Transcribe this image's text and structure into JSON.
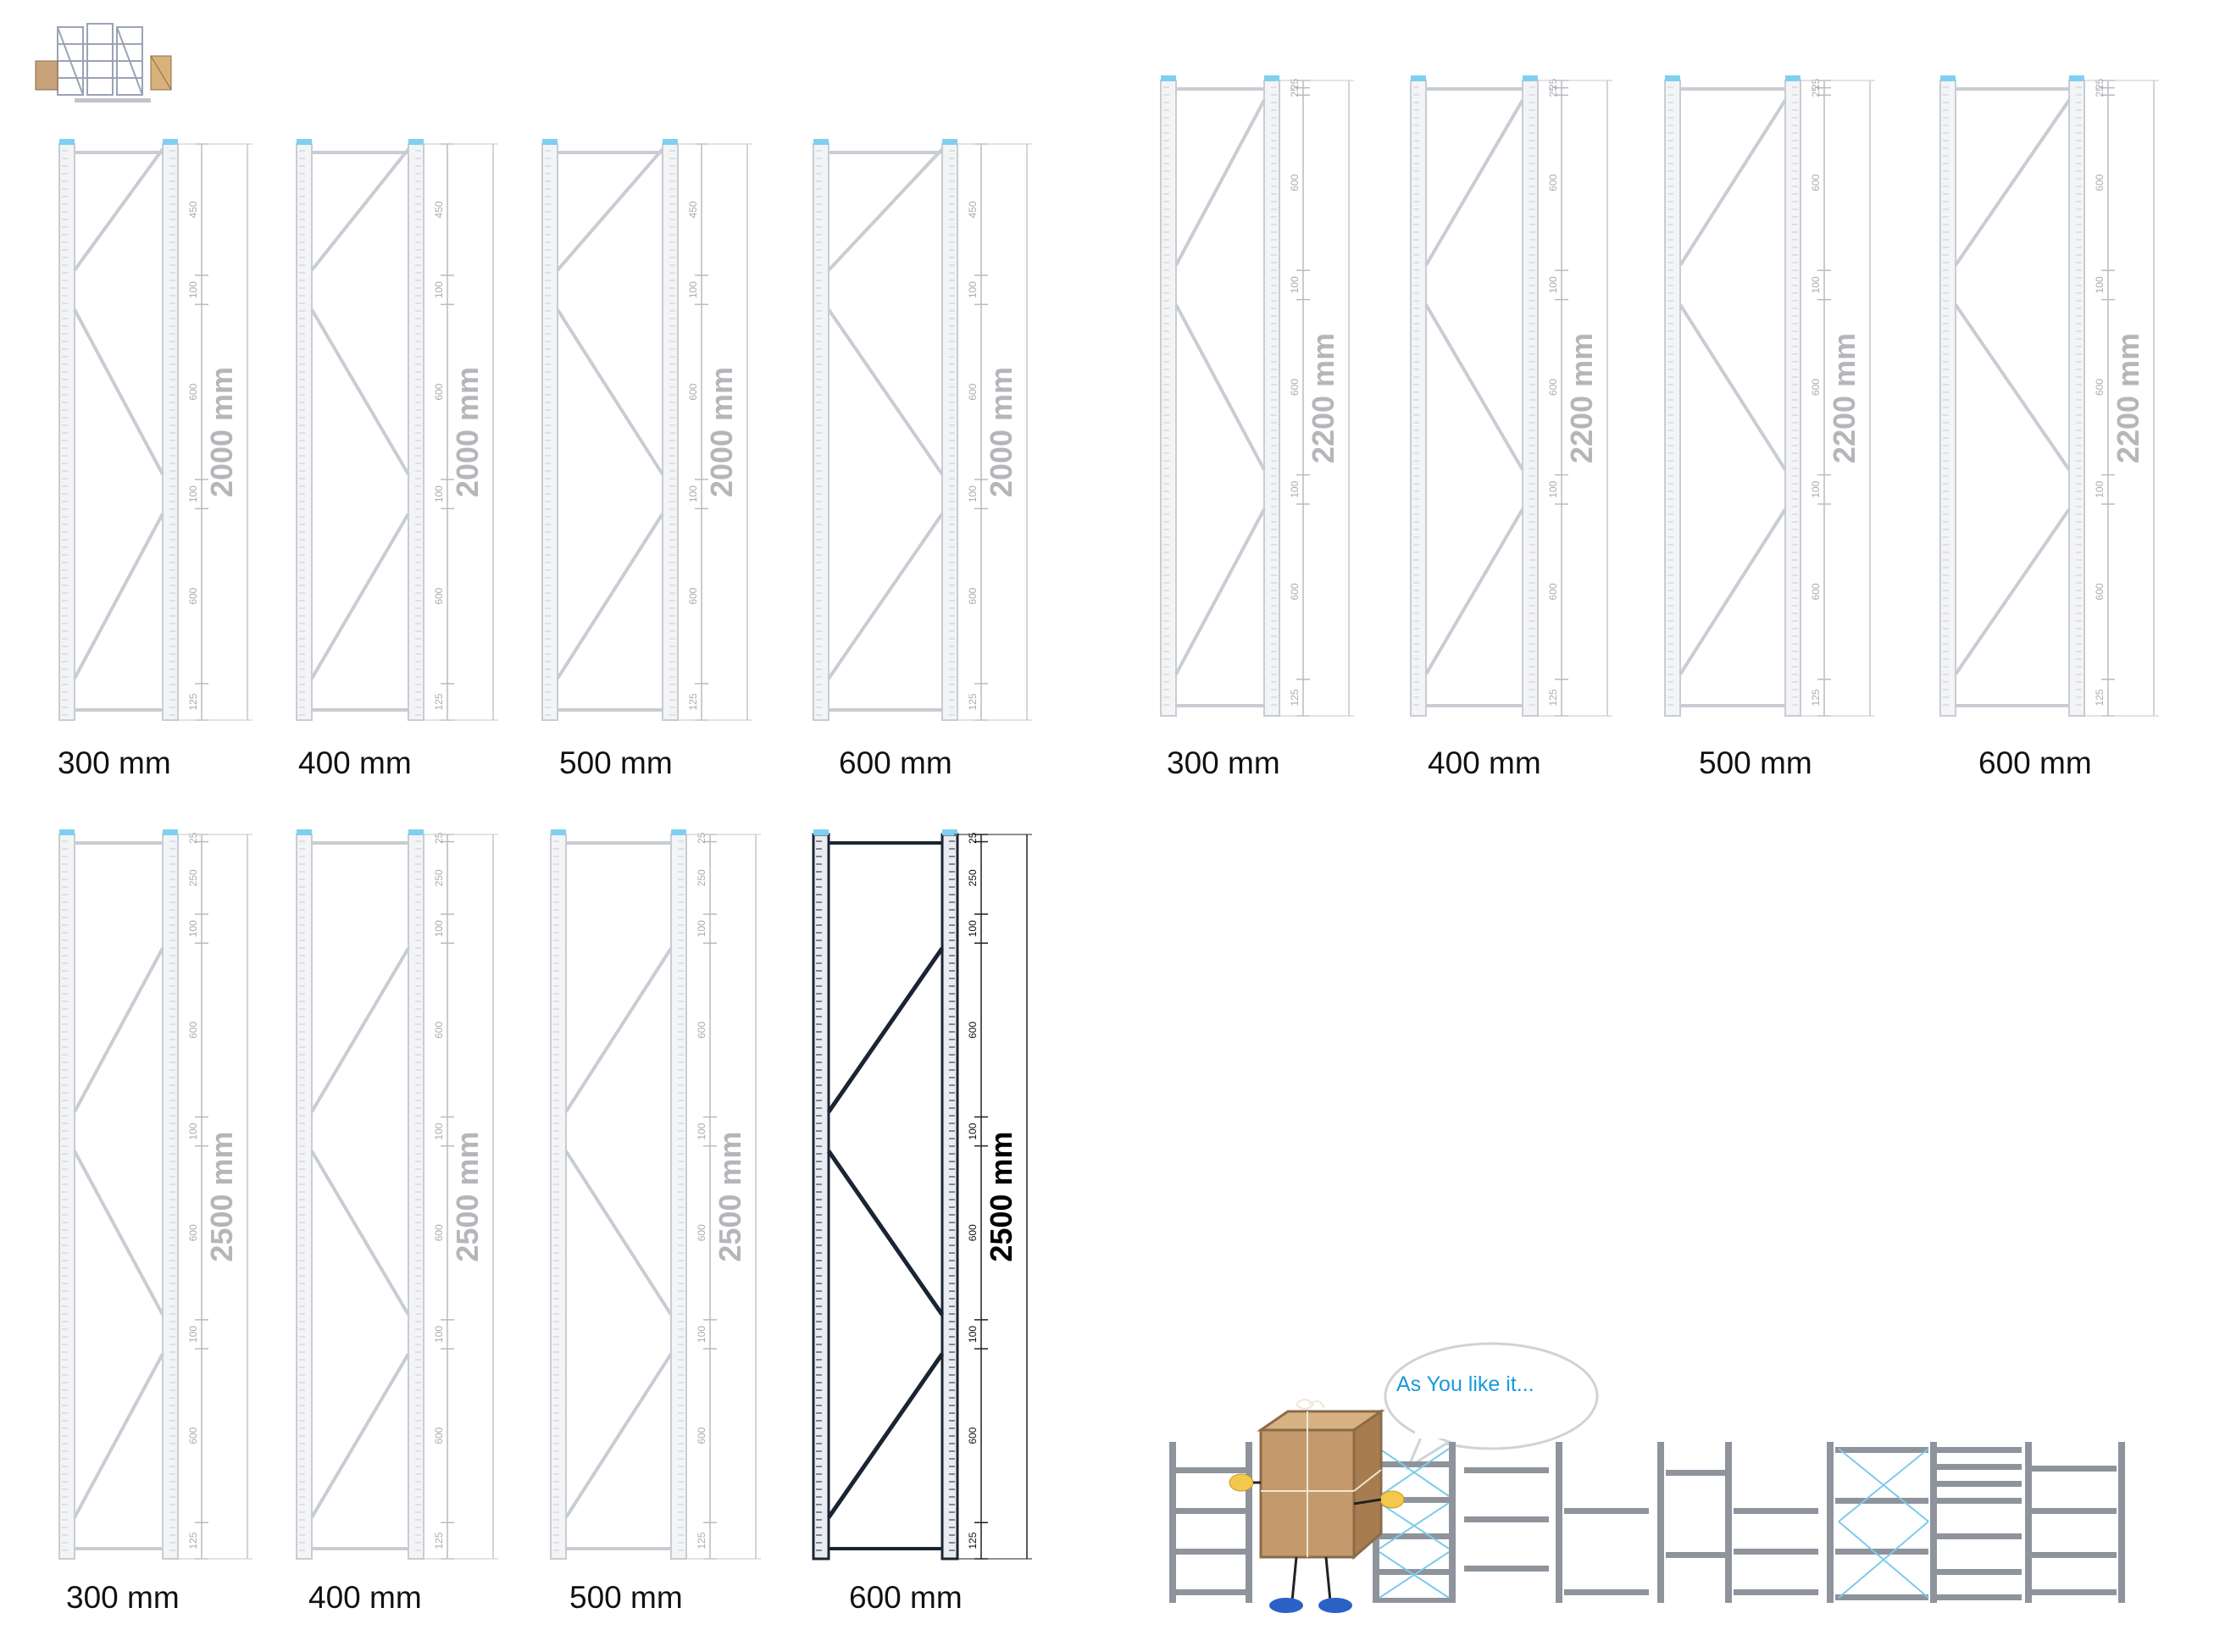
{
  "groups": [
    {
      "height_label": "2000 mm",
      "widths": [
        "300 mm",
        "400 mm",
        "500 mm",
        "600 mm"
      ],
      "segments": [
        "125",
        "600",
        "100",
        "600",
        "100",
        "450"
      ],
      "dark_index": -1
    },
    {
      "height_label": "2200 mm",
      "widths": [
        "300 mm",
        "400 mm",
        "500 mm",
        "600 mm"
      ],
      "segments": [
        "125",
        "600",
        "100",
        "600",
        "100",
        "600",
        "25",
        "25"
      ],
      "dark_index": -1
    },
    {
      "height_label": "2500 mm",
      "widths": [
        "300 mm",
        "400 mm",
        "500 mm",
        "600 mm"
      ],
      "segments": [
        "125",
        "600",
        "100",
        "600",
        "100",
        "600",
        "100",
        "250",
        "25"
      ],
      "dark_index": 3
    }
  ],
  "bubble_text": "As You like it...",
  "colors": {
    "light_frame": "#c9ccd2",
    "dark_frame": "#1b2433",
    "accent_cap": "#7fd0f0",
    "light_label": "#b4b6ba",
    "dark_label": "#000000",
    "bubble_text": "#1a9ad9",
    "shelf_gray": "#8e939c",
    "cross_blue": "#7ccbea"
  }
}
